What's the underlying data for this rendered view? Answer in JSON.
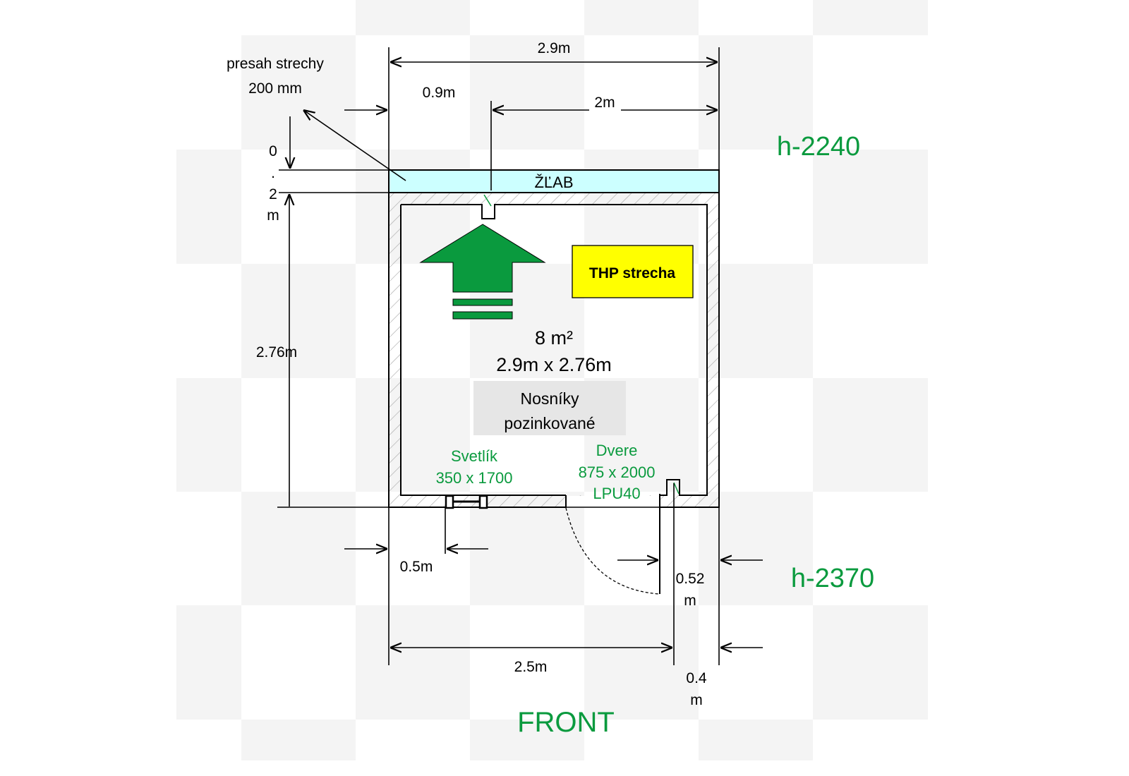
{
  "labels": {
    "overhang_line1": "presah strechy",
    "overhang_line2": "200 mm",
    "width_total": "2.9m",
    "offset_09": "0.9m",
    "offset_2": "2m",
    "gutter_v1": "0",
    "gutter_v2": ".",
    "gutter_v3": "2",
    "gutter_v4": "m",
    "gutter": "ŽĽAB",
    "depth": "2.76m",
    "roof_label": "THP strecha",
    "area": "8 m²",
    "area_dims": "2.9m x 2.76m",
    "beams_line1": "Nosníky",
    "beams_line2": "pozinkované",
    "skylight_line1": "Svetlík",
    "skylight_line2": "350 x 1700",
    "door_line1": "Dvere",
    "door_line2": "875 x 2000",
    "door_line3": "LPU40",
    "dim_05": "0.5m",
    "dim_052_a": "0.52",
    "dim_052_b": "m",
    "dim_25": "2.5m",
    "dim_04_a": "0.4",
    "dim_04_b": "m",
    "height_back": "h-2240",
    "height_front": "h-2370",
    "front": "FRONT"
  },
  "colors": {
    "green": "#0a9a3e",
    "gutter": "#ccffff",
    "yellow": "#ffff00",
    "checker": "#f4f4f4"
  }
}
